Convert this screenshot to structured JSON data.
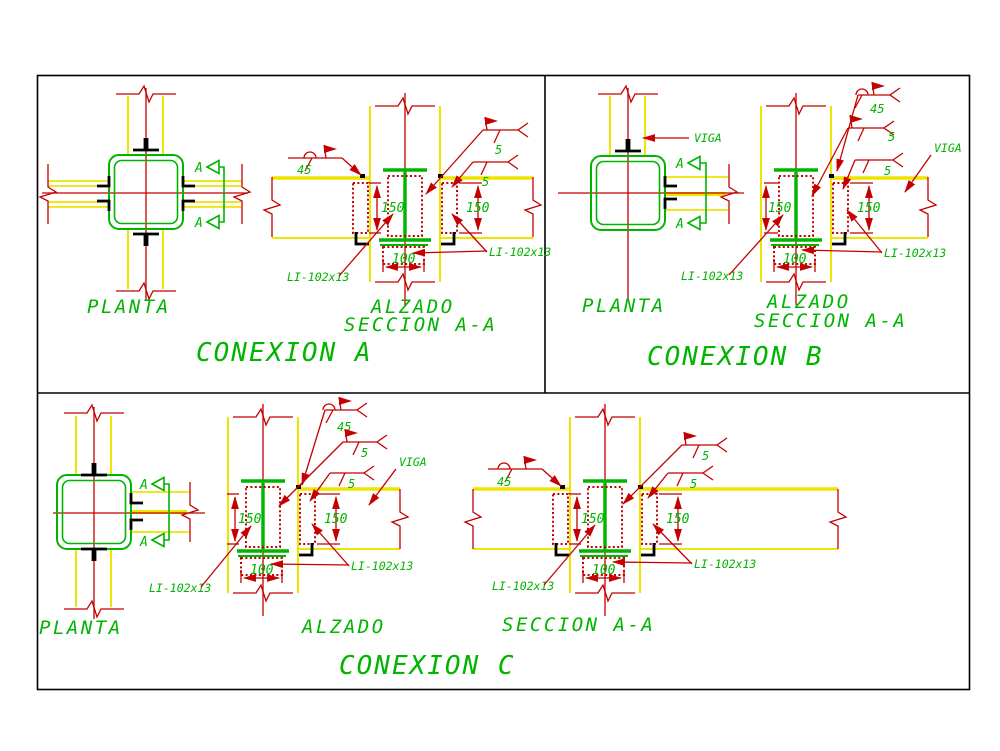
{
  "colors": {
    "background": "#ffffff",
    "border_black": "#000000",
    "steel_yellow": "#ede400",
    "annotation_red": "#c40000",
    "text_green": "#00b400"
  },
  "labels": {
    "planta": "PLANTA",
    "alzado": "ALZADO",
    "seccion_aa": "SECCION A-A",
    "conexion_a": "CONEXION A",
    "conexion_b": "CONEXION B",
    "conexion_c": "CONEXION C",
    "viga": "VIGA",
    "channel": "LI-102x13",
    "dim_150": "150",
    "dim_100": "100",
    "weld_45": "45",
    "weld_5": "5",
    "section_marker": "A"
  }
}
